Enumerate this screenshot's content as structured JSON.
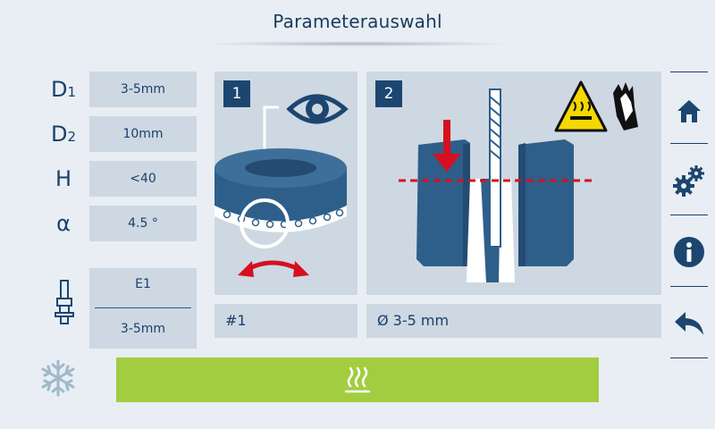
{
  "header": {
    "title": "Parameterauswahl"
  },
  "parameters": [
    {
      "symbol": "D",
      "sub": "1",
      "value": "3-5mm"
    },
    {
      "symbol": "D",
      "sub": "2",
      "value": "10mm"
    },
    {
      "symbol": "H",
      "sub": "",
      "value": "<40"
    },
    {
      "symbol": "α",
      "sub": "",
      "value": "4.5 °"
    }
  ],
  "extension": {
    "code": "E1",
    "range": "3-5mm",
    "icon": "extension-adapter-icon"
  },
  "steps": [
    {
      "number": "1",
      "caption": "#1",
      "icons": [
        "eye-icon",
        "rotate-arrow-icon"
      ]
    },
    {
      "number": "2",
      "caption": "Ø 3-5 mm",
      "icons": [
        "hot-surface-warning-icon",
        "gloves-icon",
        "insert-down-arrow-icon"
      ]
    }
  ],
  "actions": {
    "heat": "heat-icon",
    "cool": "snowflake-icon"
  },
  "sidebar": [
    {
      "name": "home",
      "icon": "home-icon"
    },
    {
      "name": "settings",
      "icon": "gears-icon"
    },
    {
      "name": "info",
      "icon": "info-icon"
    },
    {
      "name": "back",
      "icon": "back-arrow-icon"
    }
  ],
  "colors": {
    "background": "#e8eef3",
    "panel": "#cdd8e2",
    "navy": "#1c4670",
    "heat_button": "#a3cd40",
    "warning_yellow": "#f5d800",
    "arrow_red": "#d6101e"
  }
}
